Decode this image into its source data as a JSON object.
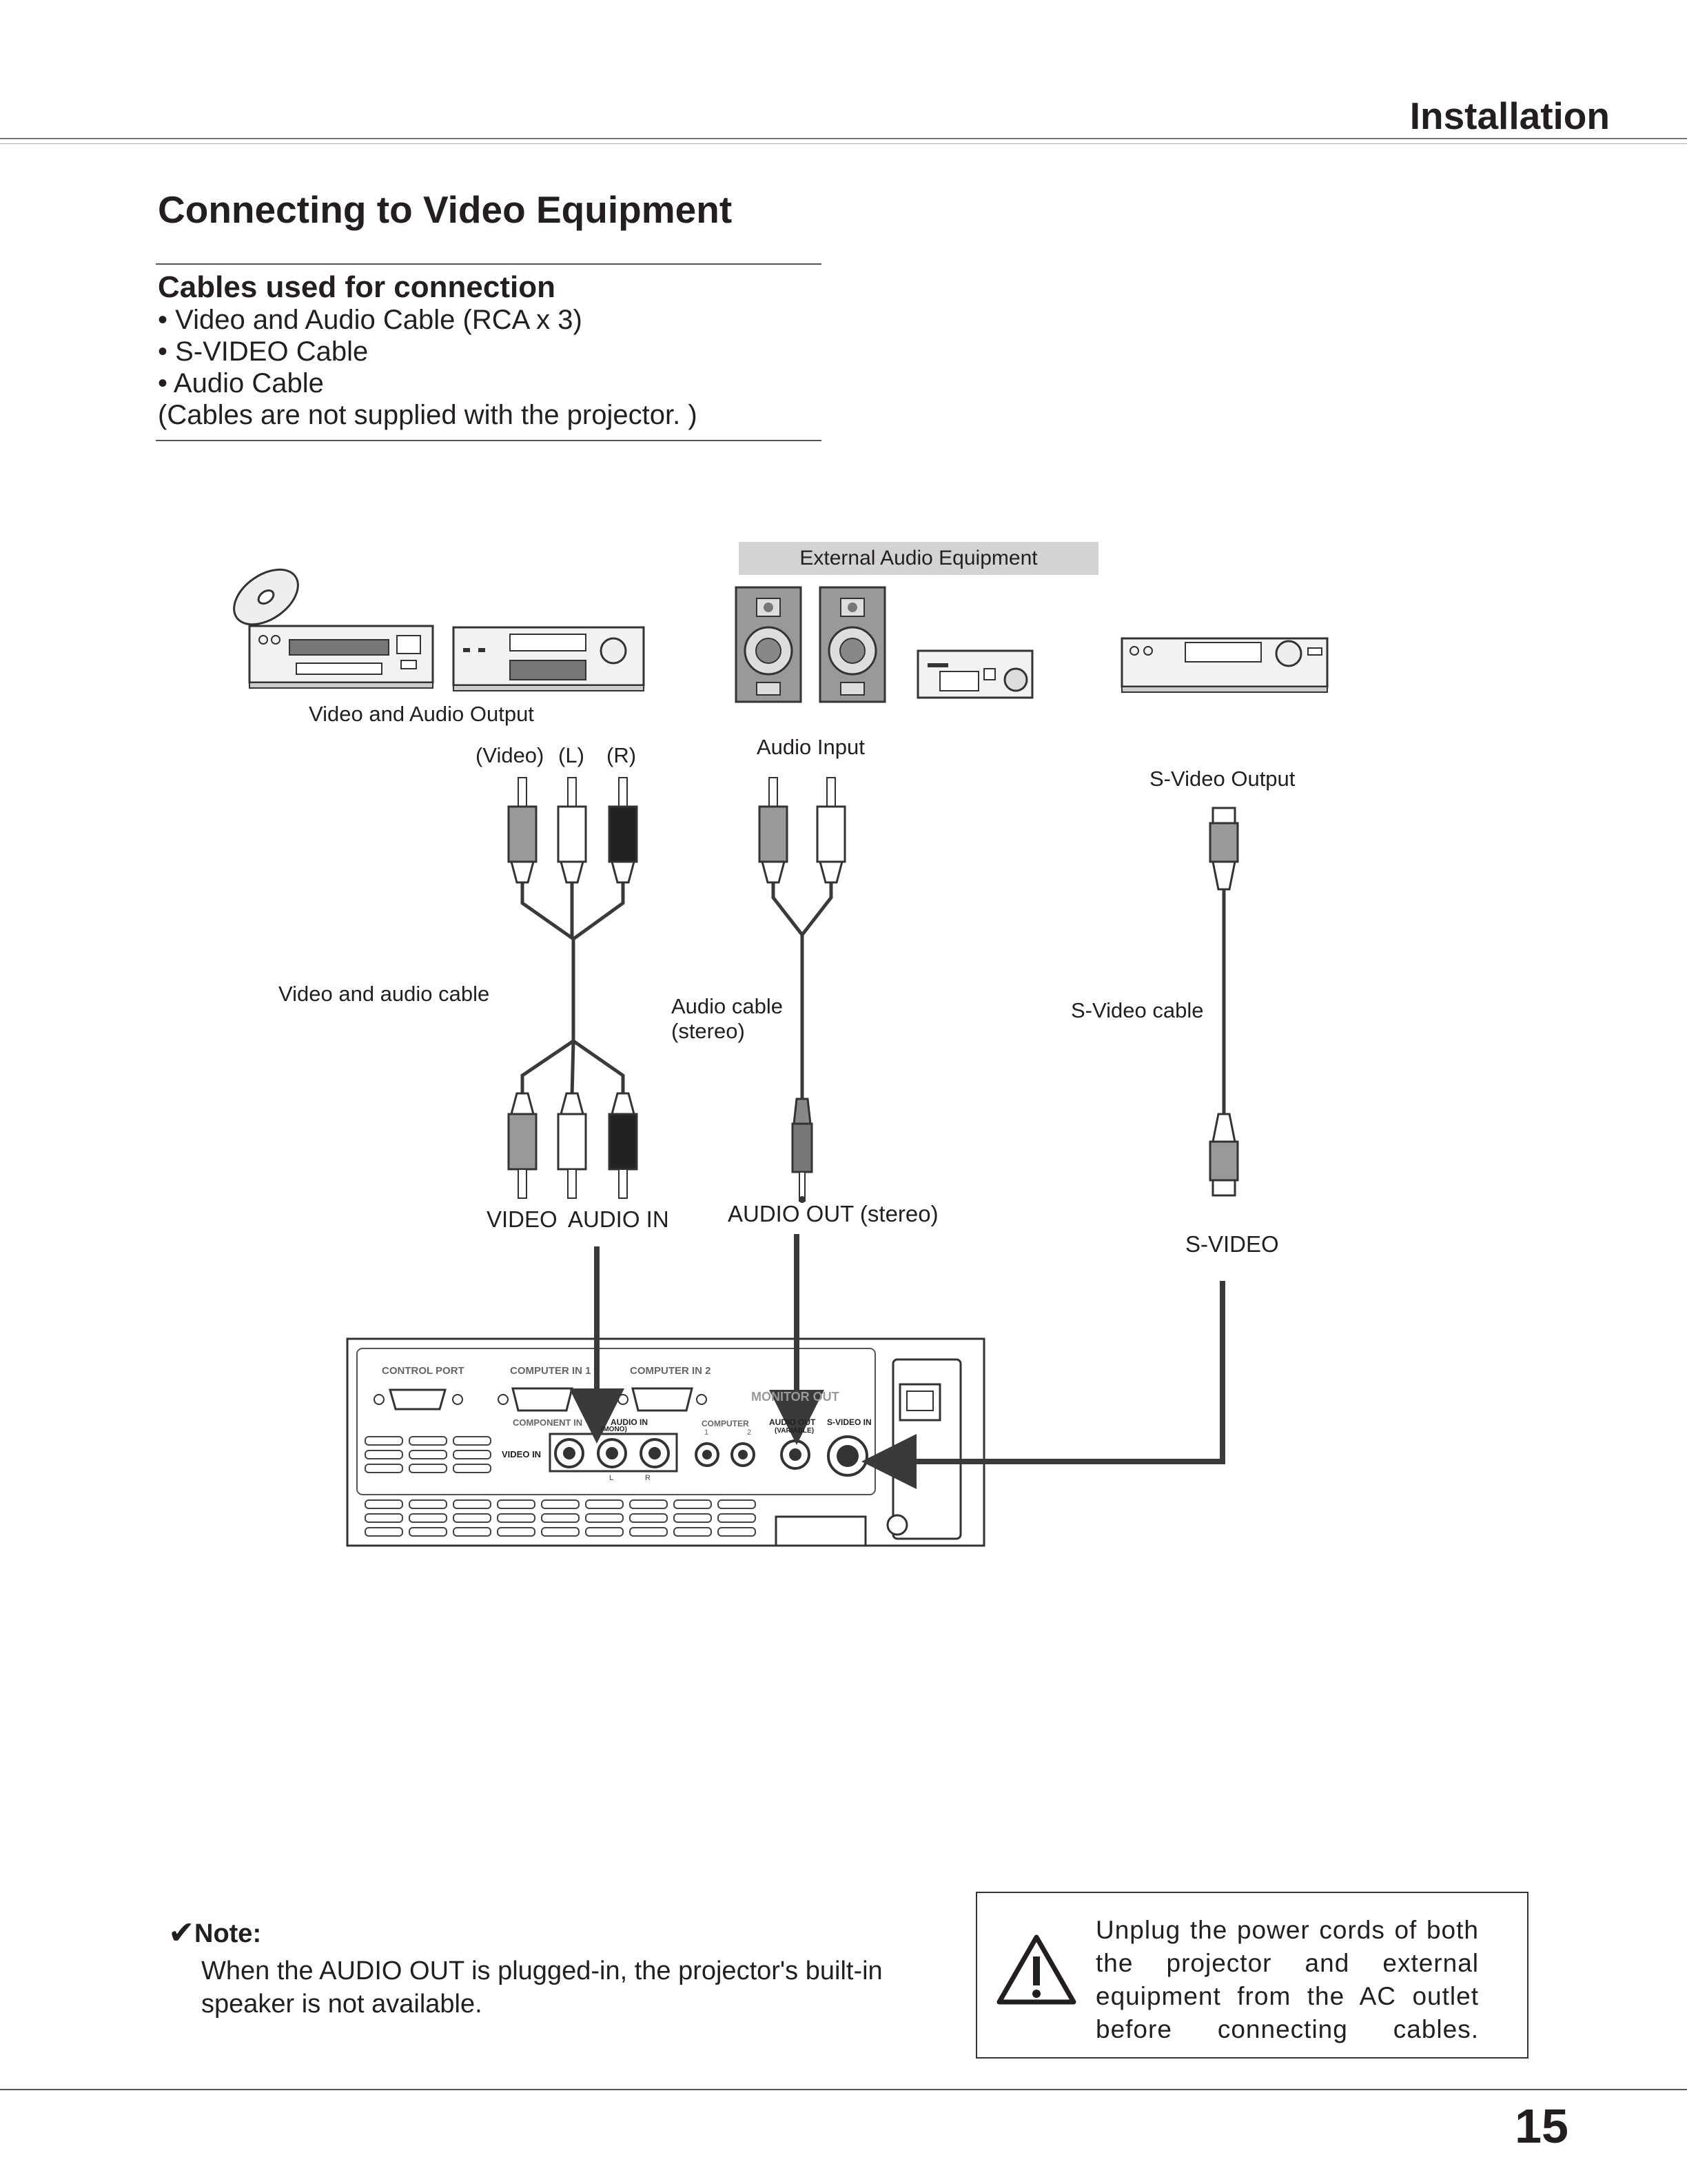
{
  "header": {
    "section": "Installation"
  },
  "page_title": "Connecting to Video Equipment",
  "cables": {
    "heading": "Cables used for connection",
    "items": [
      "• Video and Audio Cable (RCA x 3)",
      "• S-VIDEO Cable",
      "• Audio Cable",
      "(Cables are not supplied with the projector. )"
    ]
  },
  "diagram": {
    "external_audio": "External Audio Equipment",
    "video_audio_output": "Video and Audio Output",
    "plug_video": "(Video)",
    "plug_l": "(L)",
    "plug_r": "(R)",
    "audio_input": "Audio Input",
    "svideo_output": "S-Video Output",
    "video_audio_cable": "Video and audio cable",
    "audio_cable": "Audio cable",
    "audio_cable_stereo": "(stereo)",
    "svideo_cable": "S-Video cable",
    "video_in_label": "VIDEO",
    "audio_in_label": "AUDIO IN",
    "audio_out_label": "AUDIO OUT (stereo)",
    "svideo_label": "S-VIDEO",
    "panel": {
      "control_port": "CONTROL PORT",
      "computer_in_1": "COMPUTER IN 1",
      "computer_in_2": "COMPUTER IN 2",
      "monitor_out": "MONITOR OUT",
      "component_in": "COMPONENT IN",
      "audio_in": "AUDIO IN",
      "mono": "(MONO)",
      "computer": "COMPUTER",
      "computer_1": "1",
      "computer_2": "2",
      "audio_out": "AUDIO OUT",
      "variable": "(VARIABLE)",
      "s_video_in": "S-VIDEO IN",
      "video_in": "VIDEO IN",
      "l": "L",
      "r": "R"
    }
  },
  "note": {
    "mark": "✔",
    "label": "Note:",
    "text": "When the AUDIO OUT is plugged-in, the projector's built-in speaker is not available."
  },
  "warning": {
    "text": "Unplug the power cords of both the projector and external equipment from the AC outlet before connecting cables."
  },
  "page_number": "15",
  "colors": {
    "text": "#231f20",
    "label_bg": "#d3d3d3",
    "cable": "#3a3a3a"
  }
}
